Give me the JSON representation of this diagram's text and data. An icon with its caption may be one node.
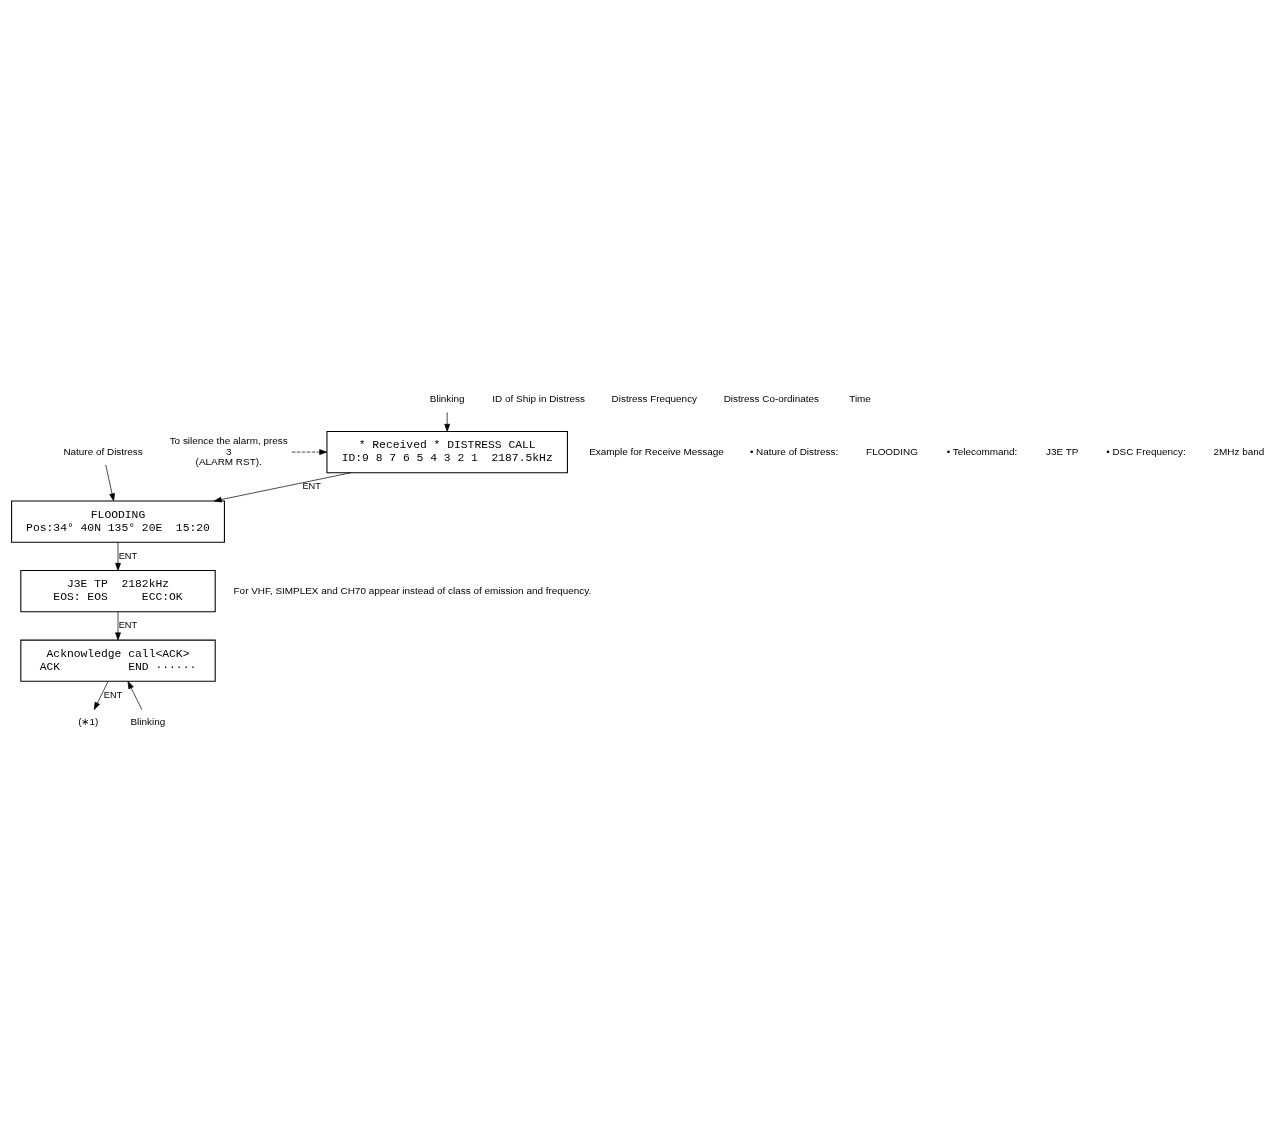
{
  "diagram": {
    "nodes": [
      {
        "text": [
          "* Received * DISTRESS CALL",
          "ID:9 8 7 6 5 4 3 2 1  2187.5kHz"
        ]
      },
      {
        "text": [
          "FLOODING",
          "Pos:34° 40N 135° 20E  15:20"
        ]
      },
      {
        "text": [
          "J3E TP  2182kHz",
          "EOS: EOS     ECC:OK"
        ]
      },
      {
        "text": [
          "Acknowledge call<ACK>",
          "ACK          END ······"
        ]
      },
      {
        "text": [
          "(∗1)"
        ]
      },
      {
        "text": [
          "Blinking"
        ]
      },
      {
        "text": [
          "Nature of Distress"
        ]
      },
      {
        "text": [
          "Blinking"
        ]
      },
      {
        "text": [
          "To silence the alarm, press",
          "3",
          "(ALARM RST)."
        ]
      }
    ],
    "edges": [
      {
        "from": 0,
        "to": 1,
        "arrow": "to",
        "label": "ENT"
      },
      {
        "from": 1,
        "to": 2,
        "arrow": "to",
        "label": "ENT"
      },
      {
        "from": 2,
        "to": 3,
        "arrow": "to",
        "label": "ENT"
      },
      {
        "from": 3,
        "to": 4,
        "arrow": "to",
        "label": "ENT"
      },
      {
        "from": 5,
        "to": 0,
        "arrow": "to"
      },
      {
        "from": 6,
        "to": 1,
        "arrow": "to"
      },
      {
        "from": 7,
        "to": 3,
        "arrow": "to"
      },
      {
        "from": 8,
        "to": 0,
        "arrow": "to",
        "style": "dashed"
      }
    ],
    "labels": [
      "Example for Receive Message",
      "• Nature of Distress:",
      "FLOODING",
      "• Telecommand:",
      "J3E TP",
      "• DSC Frequency:",
      "2MHz band",
      "ID of Ship in Distress",
      "Distress Frequency",
      "Distress Co-ordinates",
      "Time",
      "For VHF, SIMPLEX and CH70 appear instead of class of emission and frequency."
    ]
  }
}
